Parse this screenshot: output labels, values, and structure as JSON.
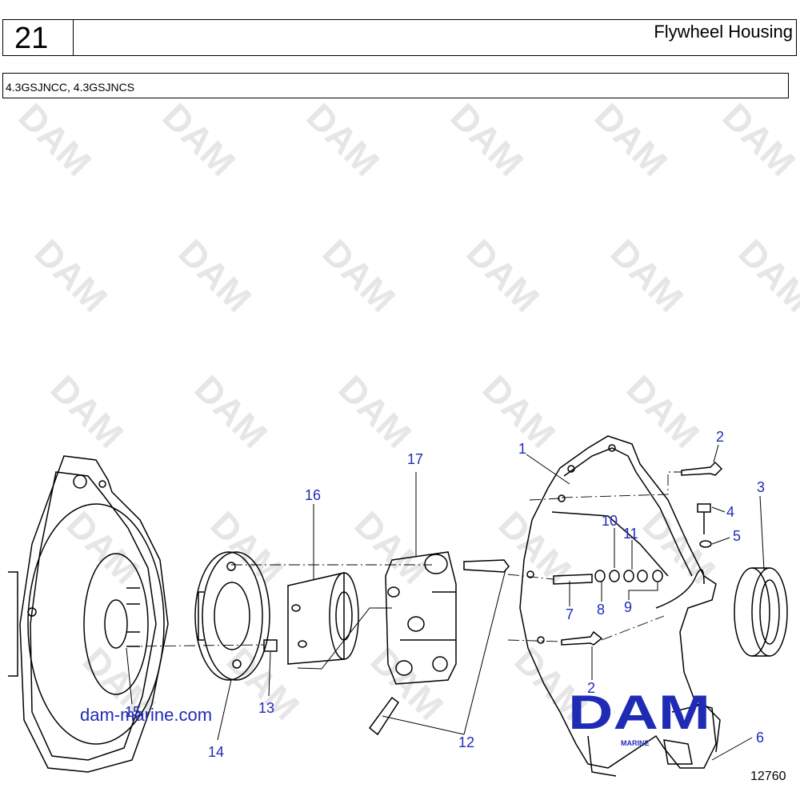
{
  "header": {
    "section_number": "21",
    "title": "Flywheel Housing"
  },
  "models": {
    "text": "4.3GSJNCC, 4.3GSJNCS"
  },
  "diagram": {
    "callouts": [
      "1",
      "2",
      "3",
      "4",
      "5",
      "10",
      "11",
      "7",
      "8",
      "9",
      "2",
      "17",
      "16",
      "13",
      "14",
      "15",
      "12",
      "6"
    ],
    "figure_number": "12760",
    "website": "dam-marine.com",
    "logo": {
      "main": "DAM",
      "sub": "MARINE"
    },
    "watermark": "DAM"
  }
}
